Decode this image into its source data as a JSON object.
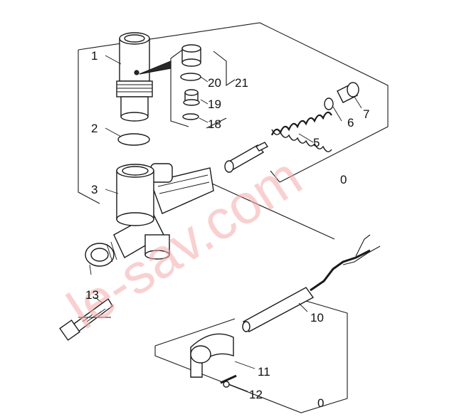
{
  "watermark": "le-sav.com",
  "colors": {
    "watermark": "#f4a9a9",
    "ink": "#1a1a1a",
    "background": "#ffffff"
  },
  "labels": {
    "p1": "1",
    "p2": "2",
    "p3": "3",
    "p5": "5",
    "p6": "6",
    "p7": "7",
    "p0a": "0",
    "p10": "10",
    "p11": "11",
    "p12": "12",
    "p13": "13",
    "p18": "18",
    "p19": "19",
    "p20": "20",
    "p21": "21",
    "p0b": "0"
  }
}
